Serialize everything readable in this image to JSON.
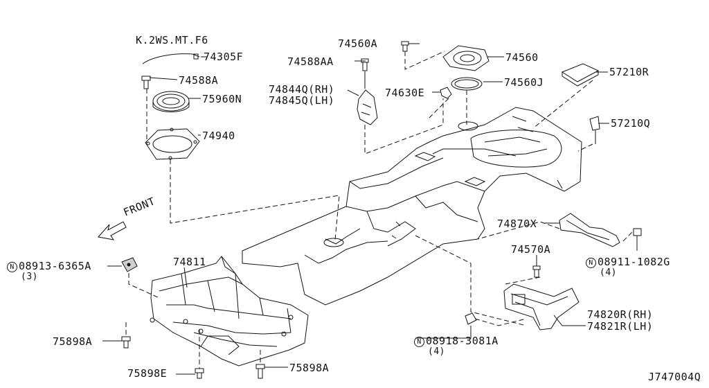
{
  "diagram": {
    "variant": "K.2WS.MT.F6",
    "front_label": "FRONT",
    "drawing_code": "J747004Q",
    "parts": {
      "p74305F": "74305F",
      "p74588A": "74588A",
      "p75960N": "75960N",
      "p74940": "74940",
      "p74560A": "74560A",
      "p74560": "74560",
      "p74588AA": "74588AA",
      "p74844Q": "74844Q(RH)",
      "p74845Q": "74845Q(LH)",
      "p74630E": "74630E",
      "p74560J": "74560J",
      "p57210R": "57210R",
      "p57210Q": "57210Q",
      "p74870X": "74870X",
      "p74570A": "74570A",
      "p74811": "74811",
      "p08911": "08911-1082G",
      "q08911": "(4)",
      "p08913": "08913-6365A",
      "q08913": "(3)",
      "p74820R": "74820R(RH)",
      "p74821R": "74821R(LH)",
      "p08918": "08918-3081A",
      "q08918": "(4)",
      "p75898A_left": "75898A",
      "p75898E": "75898E",
      "p75898A_bottom": "75898A"
    },
    "nut_symbol": "N"
  }
}
